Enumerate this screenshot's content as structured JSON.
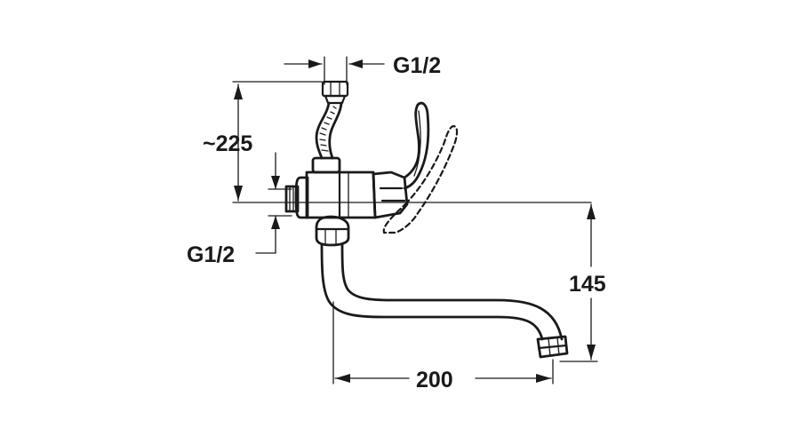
{
  "drawing": {
    "dimensions": {
      "inlet_thread_top": "G1/2",
      "height_approx": "~225",
      "inlet_thread_side": "G1/2",
      "spout_drop": "145",
      "spout_reach": "200"
    },
    "colors": {
      "line": "#1a1a1a",
      "background": "#ffffff"
    }
  }
}
